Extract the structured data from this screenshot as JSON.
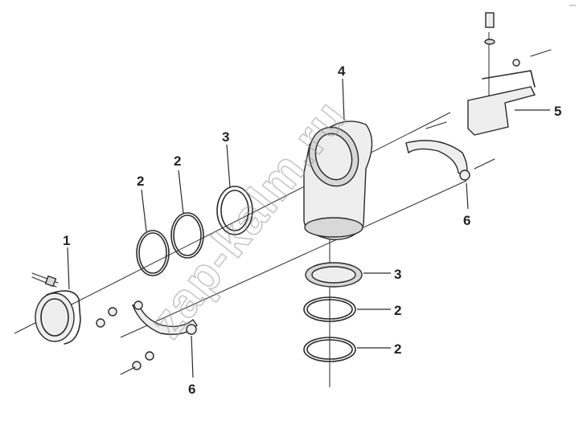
{
  "diagram": {
    "callouts": {
      "c1": "1",
      "c2a": "2",
      "c2b": "2",
      "c2c": "2",
      "c2d": "2",
      "c3a": "3",
      "c3b": "3",
      "c4": "4",
      "c5": "5",
      "c6a": "6",
      "c6b": "6"
    },
    "corner_mark": "~~"
  },
  "watermark": {
    "text": "zap-kalm.ru"
  },
  "colors": {
    "line": "#2a2a2a",
    "watermark": "#9a9a9a",
    "background": "#ffffff"
  }
}
